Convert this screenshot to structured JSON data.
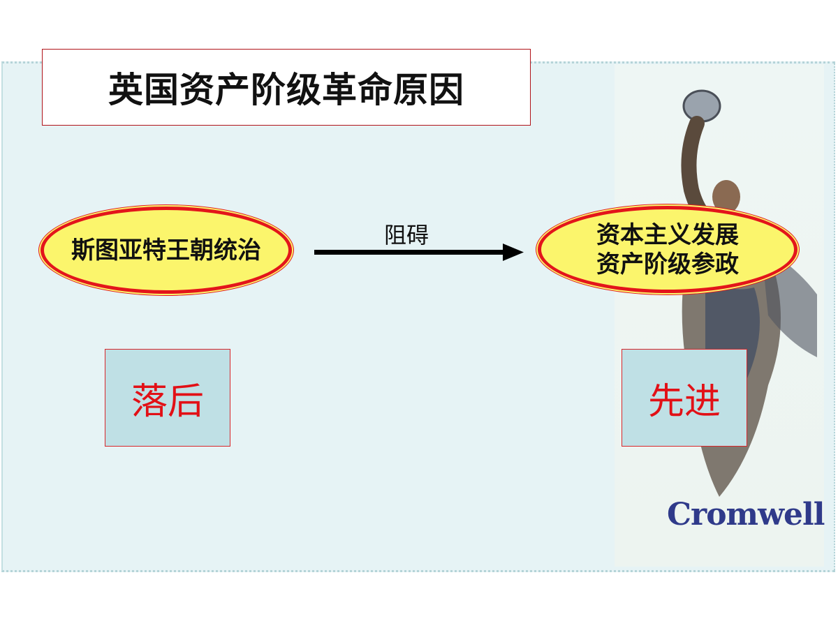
{
  "slide": {
    "title": "英国资产阶级革命原因",
    "left_node": {
      "label": "斯图亚特王朝统治"
    },
    "arrow": {
      "label": "阻碍"
    },
    "right_node": {
      "lines": [
        "资本主义发展",
        "资产阶级参政"
      ]
    },
    "left_box": {
      "label": "落后"
    },
    "right_box": {
      "label": "先进"
    },
    "illustration": {
      "caption": "Cromwell"
    }
  },
  "colors": {
    "ellipse_fill": "#fbf56c",
    "ellipse_border": "#e3151b",
    "box_fill": "#bfe0e5",
    "box_text": "#e21016",
    "panel_bg": "#e6f3f5",
    "logo": "#2f3a8a"
  }
}
